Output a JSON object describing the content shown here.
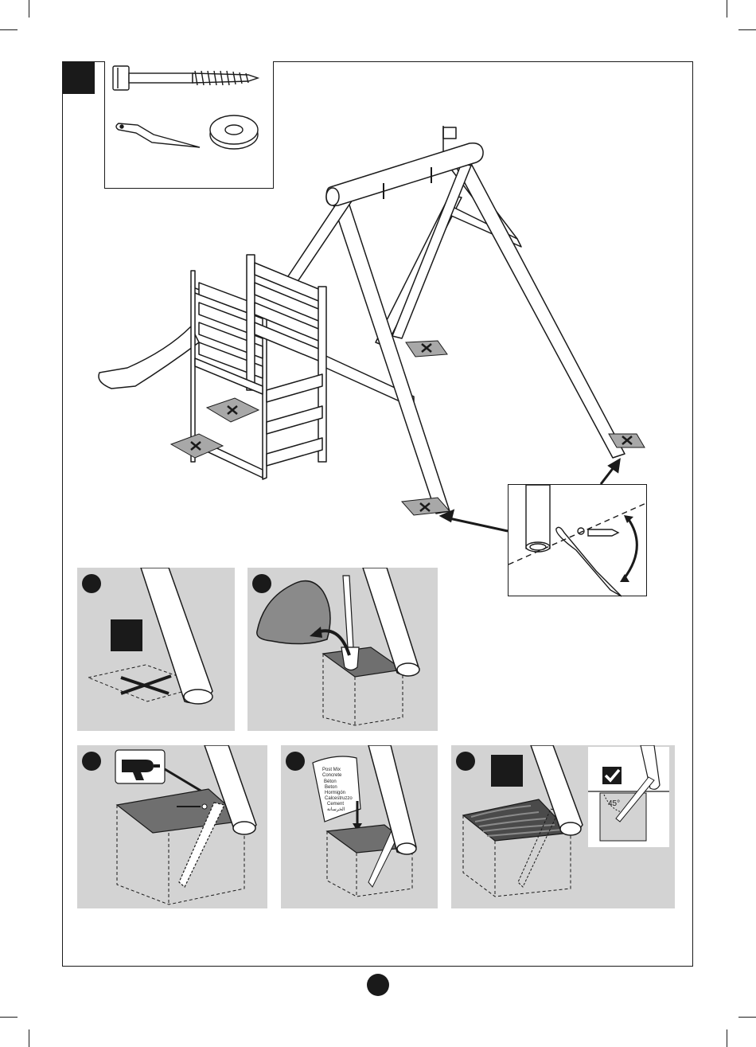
{
  "figure": {
    "angle_label": "45°",
    "bag_lines": [
      "Post Mix",
      "Concrete",
      "Béton",
      "Beton",
      "Hormigón",
      "Calcestruzzo",
      "Cement",
      "الخرسانة"
    ]
  },
  "icons": {
    "step_badge": "step-number-badge",
    "check": "check-mark-icon",
    "drill": "power-drill-icon",
    "cross": "x-mark-icon"
  },
  "colors": {
    "ink": "#1a1a1a",
    "panel_bg": "#d3d3d3",
    "dark_fill": "#6f6f6f"
  }
}
